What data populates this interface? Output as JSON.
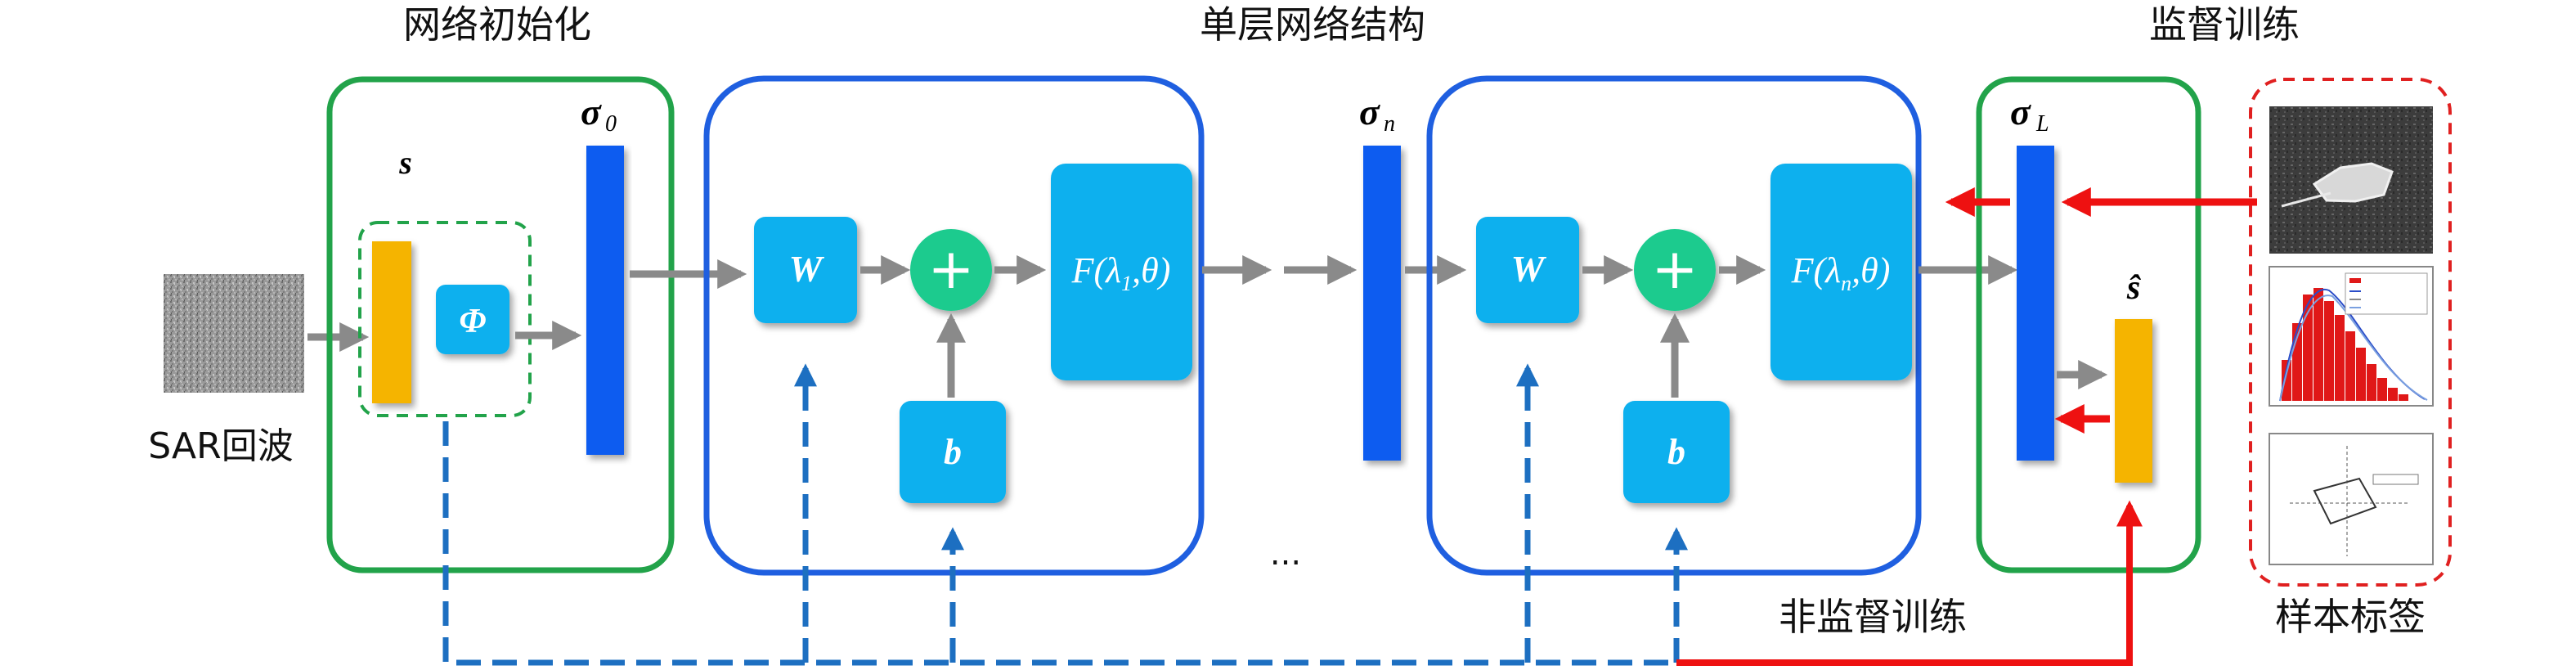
{
  "sections": {
    "init_title": "网络初始化",
    "layer_title": "单层网络结构",
    "supervised_title": "监督训练",
    "unsupervised_label": "非监督训练",
    "sample_label": "样本标签",
    "input_label": "SAR回波",
    "ellipsis": "..."
  },
  "blocks": {
    "s": "s",
    "phi": "Φ",
    "w1": "W",
    "w2": "W",
    "b1": "b",
    "b2": "b",
    "plus": "+",
    "f1_main": "F(λ",
    "f1_sub": "1",
    "f1_end": ",θ)",
    "fn_main": "F(λ",
    "fn_sub": "n",
    "fn_end": ",θ)",
    "sigma0": "σ",
    "sigma0_sub": "0",
    "sigman": "σ",
    "sigman_sub": "n",
    "sigmaL": "σ",
    "sigmaL_sub": "L",
    "shat": "ŝ"
  },
  "colors": {
    "green_frame": "#22a34a",
    "blue_frame": "#1f5fe0",
    "block_fill": "#10b0ee",
    "sigma_bar": "#0b5cf0",
    "yellow_bar": "#f5b400",
    "plus_circle": "#1ccb8e",
    "gray_arrow": "#8a8a8a",
    "dashed_blue": "#1d6fc1",
    "red_arrow": "#ee1111",
    "red_dashed": "#e02020"
  }
}
